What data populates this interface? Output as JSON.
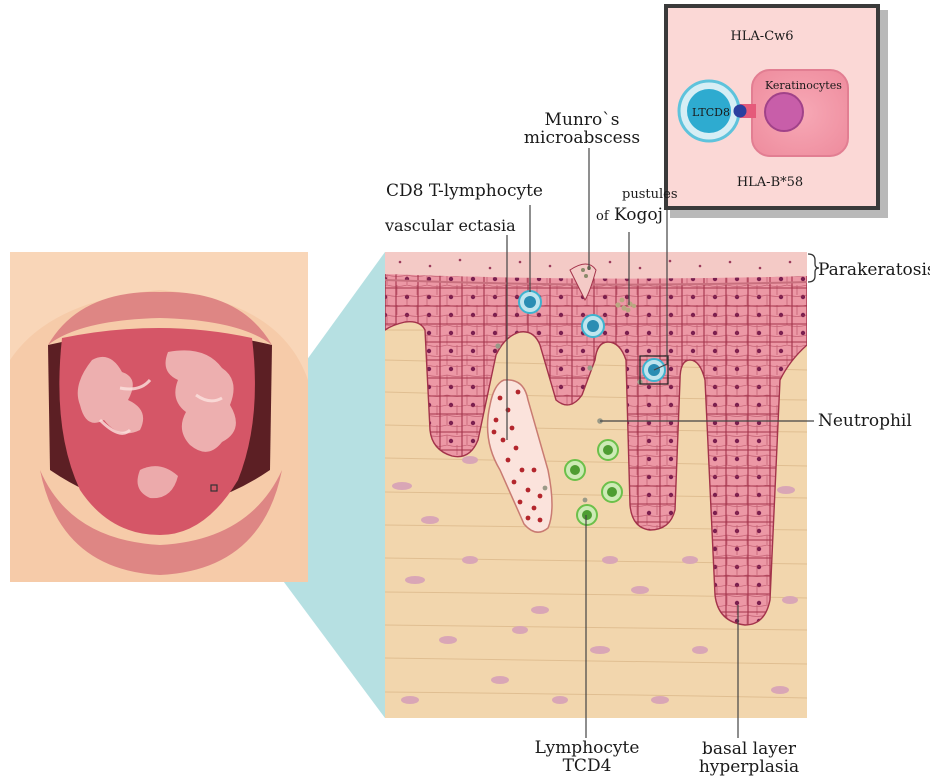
{
  "inset": {
    "top_label": "HLA-Cw6",
    "bottom_label": "HLA-B*58",
    "cell_left": "LTCD8",
    "cell_right": "Keratinocytes"
  },
  "labels": {
    "munro": [
      "Munro`s",
      "microabscess"
    ],
    "cd8": "CD8 T-lymphocyte",
    "pustules_small": "pustules",
    "pustules_of": "of",
    "pustules_big": "Kogoj",
    "vascular": "vascular ectasia",
    "parakeratosis": "Parakeratosis",
    "neutrophil": "Neutrophil",
    "lymphocyte": [
      "Lymphocyte",
      "TCD4"
    ],
    "basal": [
      "basal layer",
      "hyperplasia"
    ]
  },
  "colors": {
    "skin": "#f6cba9",
    "lip": "#e28a86",
    "tongue": "#d8586a",
    "geographic_patch": "#f0b9b7",
    "epidermis": "#e88c9a",
    "cell_outline": "#a3334b",
    "nucleus": "#7a1f4f",
    "dermis": "#f2d6ad",
    "dermis_line": "#d9b688",
    "stroma_cell": "#d7a6b4",
    "stratum_corneum": "#f3c8c5",
    "connector": "#a9dadd",
    "cd8_cell": "#3eb3cf",
    "cd4_cell": "#6cc04a",
    "vessel_rbc": "#b3262d",
    "inset_bg": "#fbd8d6"
  }
}
